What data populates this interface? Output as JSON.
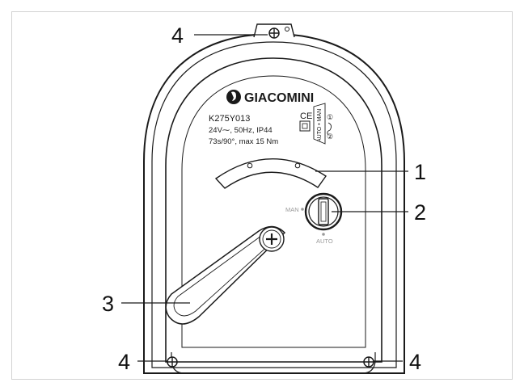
{
  "brand": {
    "name": "GIACOMINI",
    "logo": "giacomini-logo"
  },
  "nameplate": {
    "model": "K275Y013",
    "power": "24V⁓, 50Hz, IP44",
    "timing": "73s/90°, max 15 Nm",
    "ce_mark": "CE",
    "switch_label": "AUTO • MAN",
    "marker_1": "①",
    "marker_2": "②"
  },
  "selector": {
    "man_label": "MAN",
    "auto_label": "AUTO"
  },
  "callouts": {
    "top_screw": "4",
    "scale": "1",
    "selector": "2",
    "lever": "3",
    "bottom_left_screw": "4",
    "bottom_right_screw": "4"
  },
  "colors": {
    "line": "#1a1a1a",
    "frame": "#d2d2d2",
    "fill": "#ffffff"
  }
}
